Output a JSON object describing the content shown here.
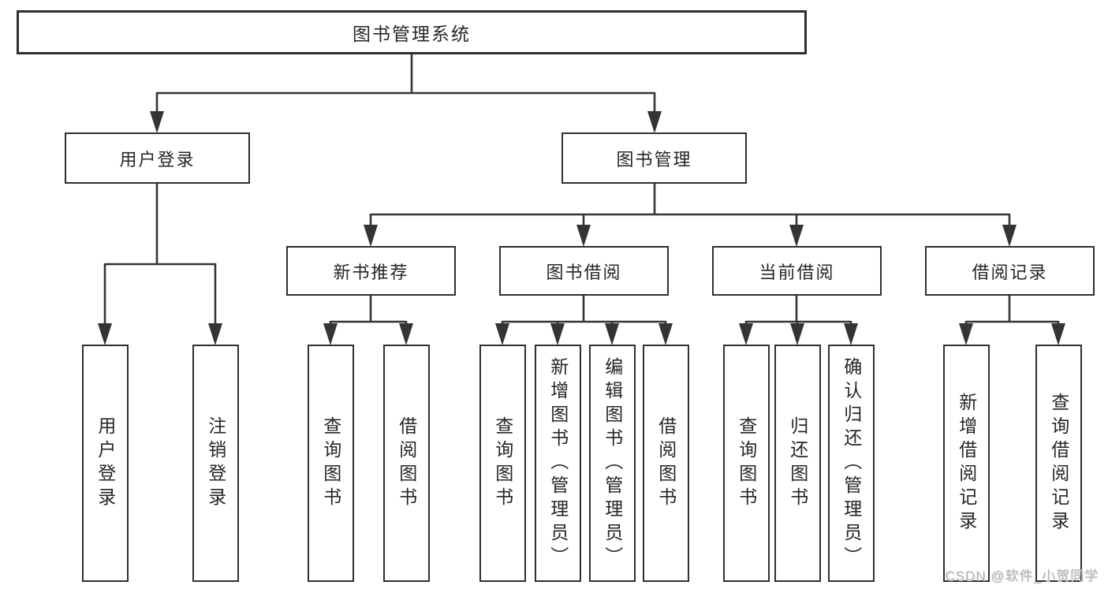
{
  "diagram": {
    "root": {
      "label": "图书管理系统"
    },
    "branches": [
      {
        "label": "用户登录",
        "children": [
          {
            "label": "用户登录"
          },
          {
            "label": "注销登录"
          }
        ]
      },
      {
        "label": "图书管理",
        "sections": [
          {
            "label": "新书推荐",
            "children": [
              {
                "label": "查询图书"
              },
              {
                "label": "借阅图书"
              }
            ]
          },
          {
            "label": "图书借阅",
            "children": [
              {
                "label": "查询图书"
              },
              {
                "label": "新增图书（管理员）"
              },
              {
                "label": "编辑图书（管理员）"
              },
              {
                "label": "借阅图书"
              }
            ]
          },
          {
            "label": "当前借阅",
            "children": [
              {
                "label": "查询图书"
              },
              {
                "label": "归还图书"
              },
              {
                "label": "确认归还（管理员）"
              }
            ]
          },
          {
            "label": "借阅记录",
            "children": [
              {
                "label": "新增借阅记录"
              },
              {
                "label": "查询借阅记录"
              }
            ]
          }
        ]
      }
    ]
  },
  "watermark": {
    "text": "CSDN @软件_小贺同学"
  },
  "colors": {
    "line": "#343434",
    "box_border": "#2f2f2f",
    "text": "#262626",
    "watermark": "#b6b6b6",
    "background": "#ffffff"
  }
}
